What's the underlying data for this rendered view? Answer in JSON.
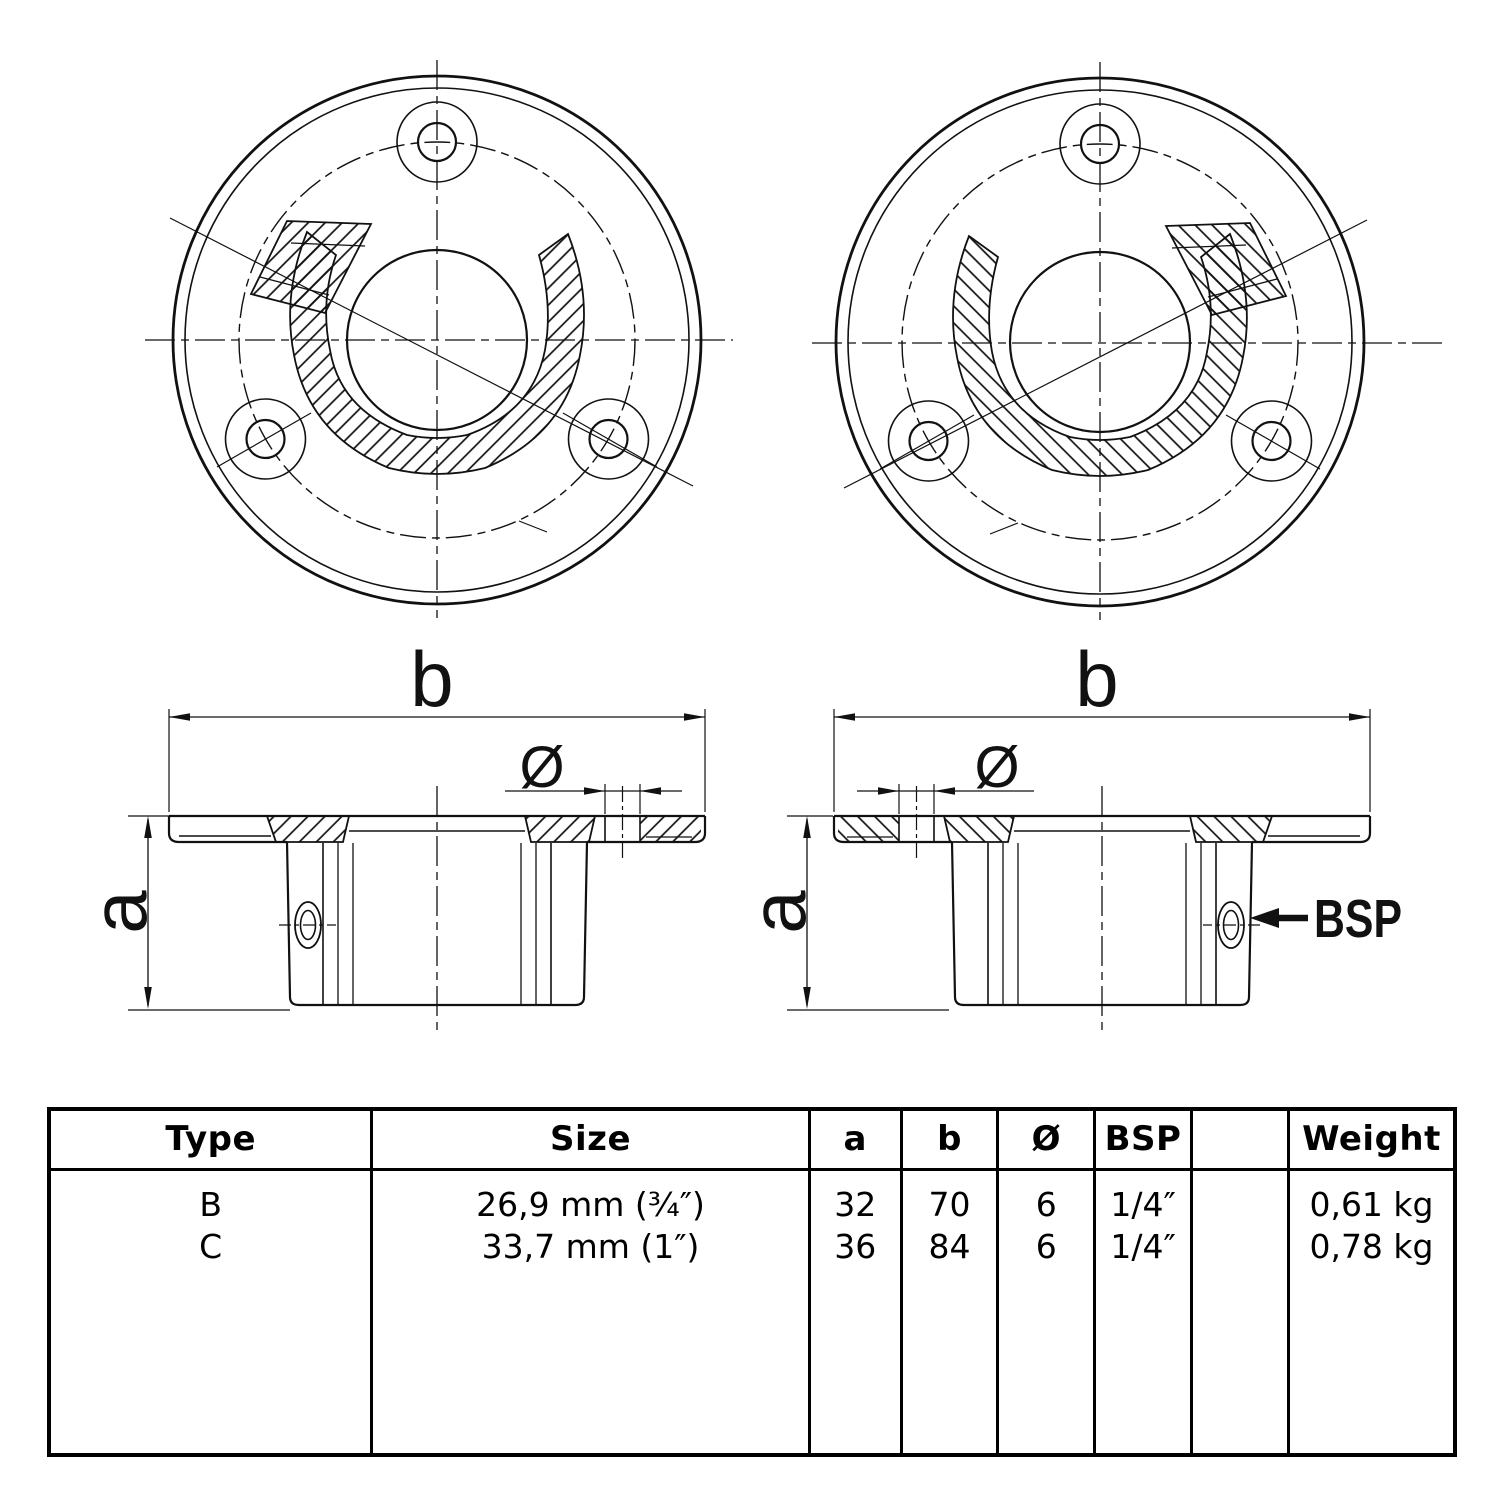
{
  "drawing": {
    "labels": {
      "width": "b",
      "height": "a",
      "hole_diameter": "Ø",
      "thread": "BSP"
    }
  },
  "table": {
    "headers": [
      "Type",
      "Size",
      "a",
      "b",
      "Ø",
      "BSP",
      "",
      "Weight"
    ],
    "rows": [
      [
        "B",
        "26,9 mm (¾″)",
        "32",
        "70",
        "6",
        "1/4″",
        "",
        "0,61 kg"
      ],
      [
        "C",
        "33,7 mm (1″)",
        "36",
        "84",
        "6",
        "1/4″",
        "",
        "0,78 kg"
      ]
    ]
  },
  "colors": {
    "line": "#111111",
    "background": "#ffffff"
  }
}
